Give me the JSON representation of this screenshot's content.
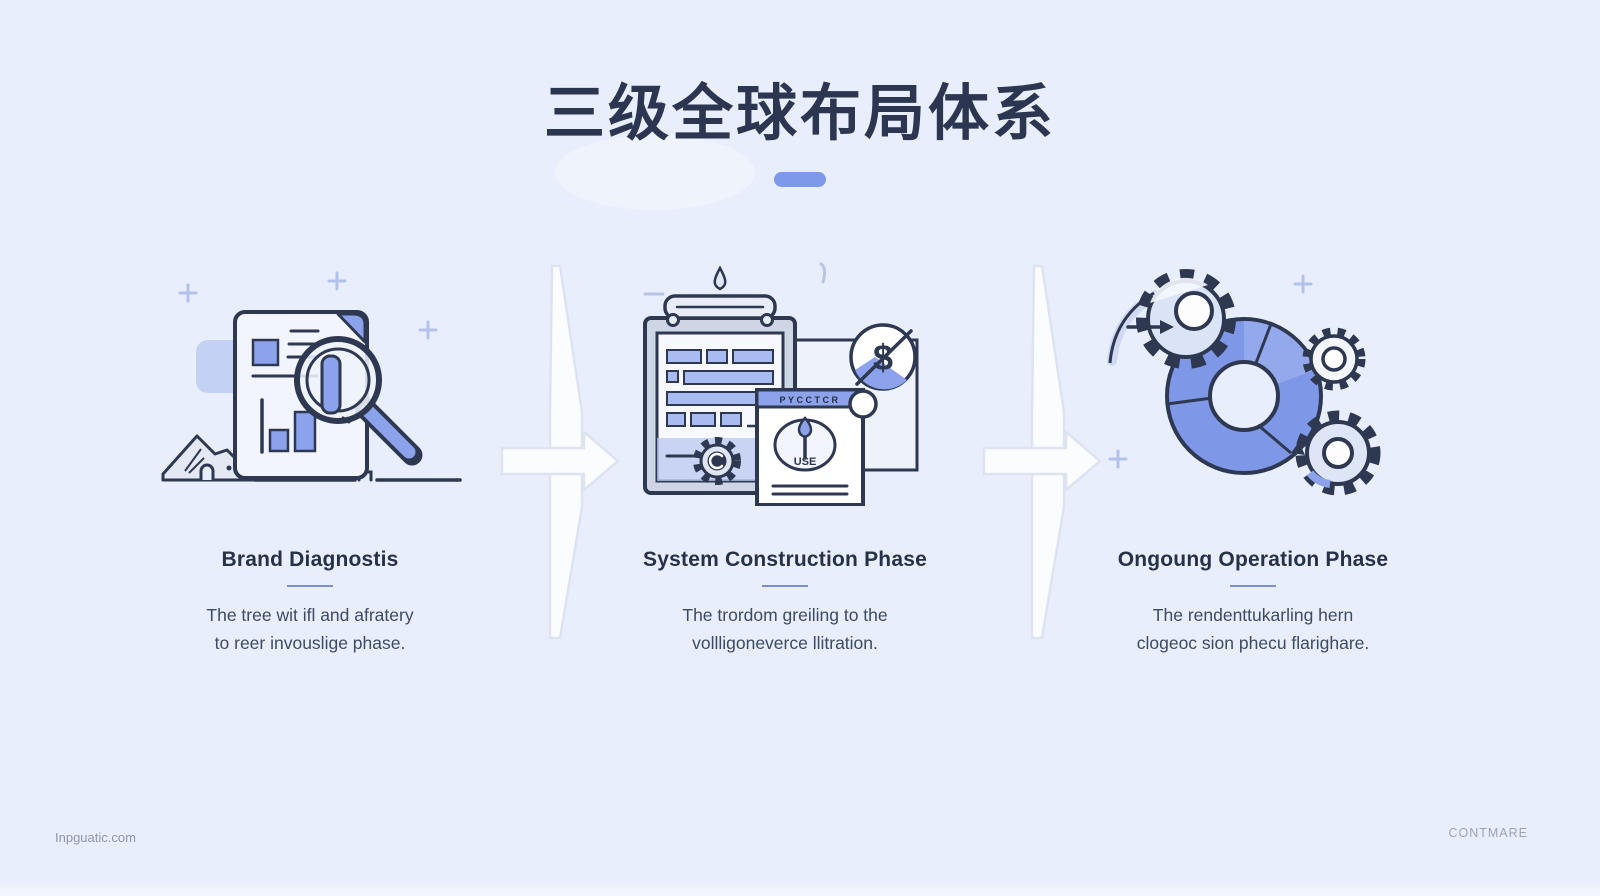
{
  "title": {
    "text": "三级全球布局体系"
  },
  "phases": [
    {
      "heading": "Brand Diagnostis",
      "body_line1": "The tree wit ifl and afratery",
      "body_line2": "to reer invouslige phase.",
      "icon": "magnifier-report-icon"
    },
    {
      "heading": "System Construction Phase",
      "body_line1": "The trordom greiling to the",
      "body_line2": "vollligoneverce llitration.",
      "icon": "clipboard-schedule-icon"
    },
    {
      "heading": "Ongoung Operation Phase",
      "body_line1": "The rendenttukarling hern",
      "body_line2": "clogeoc sion phecu flarighare.",
      "icon": "gears-cycle-icon"
    }
  ],
  "icon_text": {
    "card_header": "PYCCTCR",
    "card_label": "USE",
    "currency_symbol": "$"
  },
  "footer": {
    "left_text": "Inpguatic.com",
    "right_text": "CONTMARE"
  },
  "colors": {
    "background": "#e8eefb",
    "accent_blue": "#7e97e6",
    "fill_blue": "#8ca3ec",
    "outline_navy": "#2e3850",
    "heading_text": "#273248",
    "body_text": "#3e4a63",
    "divider": "#7d90c5"
  }
}
